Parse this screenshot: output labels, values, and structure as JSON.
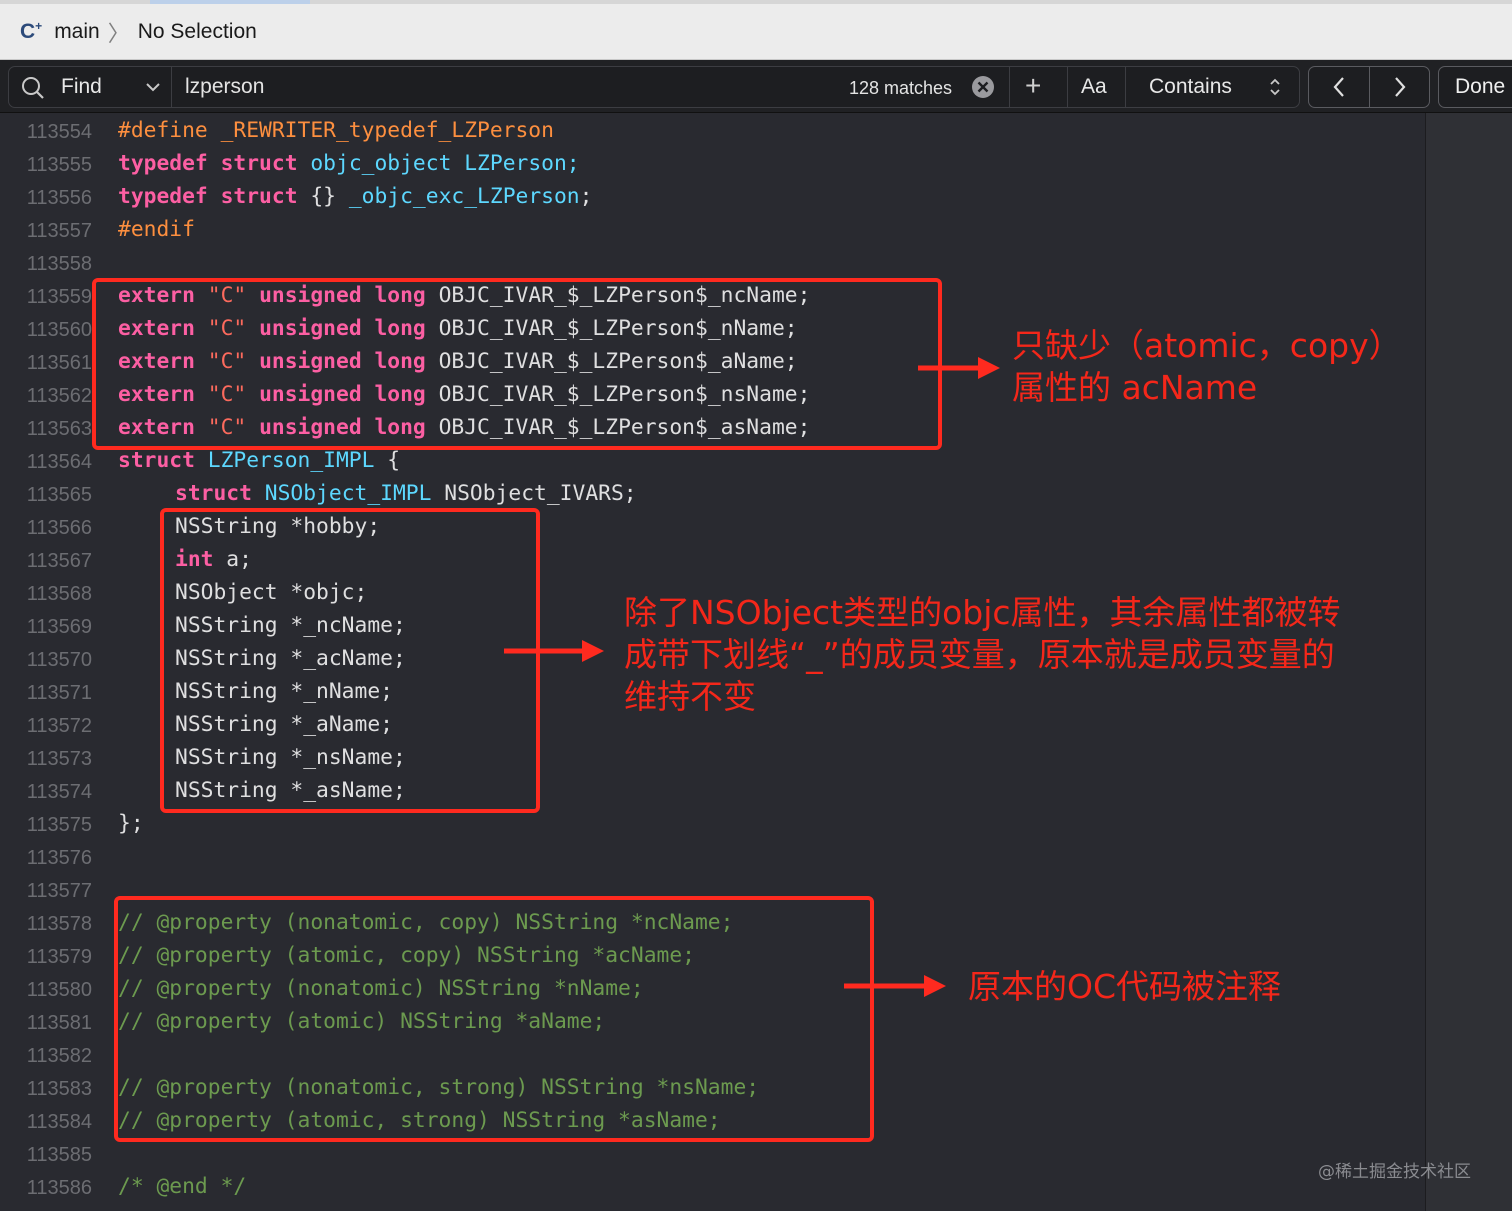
{
  "breadcrumb": {
    "lang_icon": "C",
    "lang_plus": "+",
    "file": "main",
    "selection": "No Selection"
  },
  "find": {
    "mode": "Find",
    "query": "lzperson",
    "matches": "128 matches",
    "plus": "+",
    "case_label": "Aa",
    "match_type": "Contains",
    "done": "Done"
  },
  "lines": [
    {
      "n": "113554"
    },
    {
      "n": "113555"
    },
    {
      "n": "113556"
    },
    {
      "n": "113557"
    },
    {
      "n": "113558"
    },
    {
      "n": "113559"
    },
    {
      "n": "113560"
    },
    {
      "n": "113561"
    },
    {
      "n": "113562"
    },
    {
      "n": "113563"
    },
    {
      "n": "113564"
    },
    {
      "n": "113565"
    },
    {
      "n": "113566"
    },
    {
      "n": "113567"
    },
    {
      "n": "113568"
    },
    {
      "n": "113569"
    },
    {
      "n": "113570"
    },
    {
      "n": "113571"
    },
    {
      "n": "113572"
    },
    {
      "n": "113573"
    },
    {
      "n": "113574"
    },
    {
      "n": "113575"
    },
    {
      "n": "113576"
    },
    {
      "n": "113577"
    },
    {
      "n": "113578"
    },
    {
      "n": "113579"
    },
    {
      "n": "113580"
    },
    {
      "n": "113581"
    },
    {
      "n": "113582"
    },
    {
      "n": "113583"
    },
    {
      "n": "113584"
    },
    {
      "n": "113585"
    },
    {
      "n": "113586"
    }
  ],
  "code": {
    "define": "#define _REWRITER_typedef_LZPerson",
    "typedef_kw": "typedef",
    "struct_kw": "struct",
    "objc_object": "objc_object",
    "lzperson_semi": " LZPerson;",
    "brace_pair": " {} ",
    "objc_exc": "_objc_exc_LZPerson",
    "semi": ";",
    "endif": "#endif",
    "extern_kw": "extern",
    "c_str": "\"C\"",
    "unsigned_long": "unsigned long",
    "ivar_ncName": " OBJC_IVAR_$_LZPerson$_ncName;",
    "ivar_nName": " OBJC_IVAR_$_LZPerson$_nName;",
    "ivar_aName": " OBJC_IVAR_$_LZPerson$_aName;",
    "ivar_nsName": " OBJC_IVAR_$_LZPerson$_nsName;",
    "ivar_asName": " OBJC_IVAR_$_LZPerson$_asName;",
    "lzperson_impl": "LZPerson_IMPL",
    "open_brace": " {",
    "nsobject_impl": "NSObject_IMPL",
    "nsobject_ivars": " NSObject_IVARS;",
    "hobby": "NSString *hobby;",
    "int_kw": "int",
    "int_a": " a;",
    "objc": "NSObject *objc;",
    "m_ncName": "NSString *_ncName;",
    "m_acName": "NSString *_acName;",
    "m_nName": "NSString *_nName;",
    "m_aName": "NSString *_aName;",
    "m_nsName": "NSString *_nsName;",
    "m_asName": "NSString *_asName;",
    "close": "};",
    "c1": "// @property (nonatomic, copy) NSString *ncName;",
    "c2": "// @property (atomic, copy) NSString *acName;",
    "c3": "// @property (nonatomic) NSString *nName;",
    "c4": "// @property (atomic) NSString *aName;",
    "c5": "// @property (nonatomic, strong) NSString *nsName;",
    "c6": "// @property (atomic, strong) NSString *asName;",
    "end": "/* @end */"
  },
  "annotations": {
    "note1_line1": "只缺少（atomic，copy）",
    "note1_line2": "属性的 acName",
    "note2_line1": "除了NSObject类型的objc属性，其余属性都被转",
    "note2_line2": "成带下划线“_”的成员变量，原本就是成员变量的",
    "note2_line3": "维持不变",
    "note3": "原本的OC代码被注释",
    "color": "#f4271a"
  },
  "watermark": "@稀土掘金技术社区"
}
